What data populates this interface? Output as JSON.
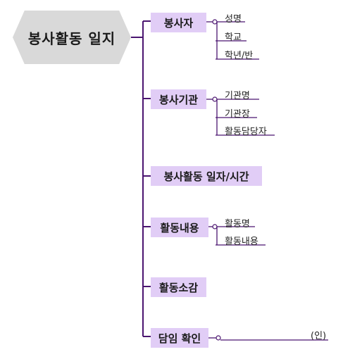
{
  "root": {
    "label": "봉사활동 일지"
  },
  "branches": [
    {
      "label": "봉사자",
      "leaves": [
        "성명",
        "학교",
        "학년/반"
      ]
    },
    {
      "label": "봉사기관",
      "leaves": [
        "기관명",
        "기관장",
        "활동담당자"
      ]
    },
    {
      "label": "봉사활동 일자/시간",
      "leaves": []
    },
    {
      "label": "활동내용",
      "leaves": [
        "활동명",
        "활동내용"
      ]
    },
    {
      "label": "활동소감",
      "leaves": []
    },
    {
      "label": "담임 확인",
      "leaves": [
        "(인)"
      ]
    }
  ],
  "colors": {
    "node_fill": "#e1cdf6",
    "root_fill": "#d9d9d9",
    "line": "#4b1570"
  }
}
